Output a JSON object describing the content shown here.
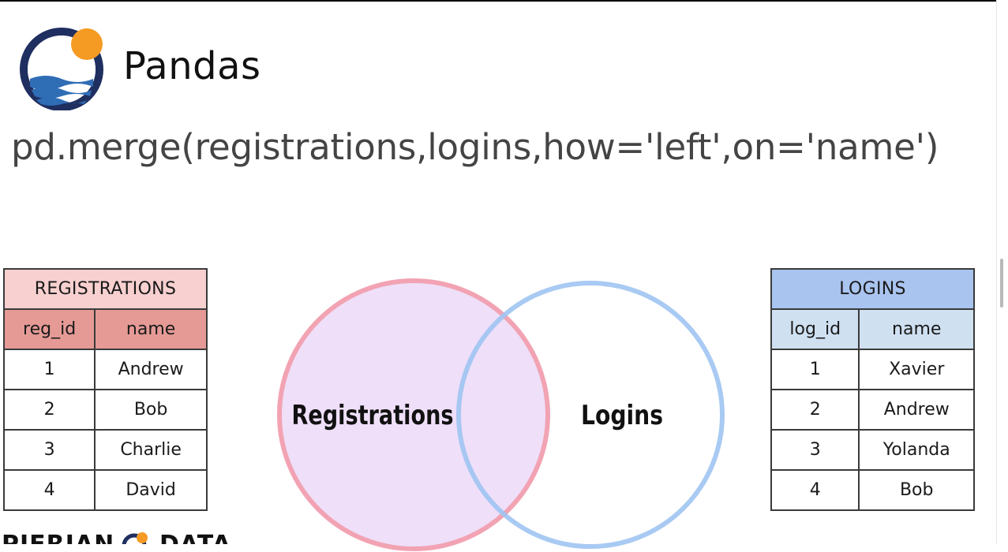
{
  "header": {
    "app_title": "Pandas",
    "logo_icon": "pandas-logo-icon"
  },
  "code": {
    "line": "pd.merge(registrations,logins,how='left',on='name')"
  },
  "registrations_table": {
    "title": "REGISTRATIONS",
    "columns": [
      "reg_id",
      "name"
    ],
    "rows": [
      [
        "1",
        "Andrew"
      ],
      [
        "2",
        "Bob"
      ],
      [
        "3",
        "Charlie"
      ],
      [
        "4",
        "David"
      ]
    ]
  },
  "logins_table": {
    "title": "LOGINS",
    "columns": [
      "log_id",
      "name"
    ],
    "rows": [
      [
        "1",
        "Xavier"
      ],
      [
        "2",
        "Andrew"
      ],
      [
        "3",
        "Yolanda"
      ],
      [
        "4",
        "Bob"
      ]
    ]
  },
  "venn": {
    "left_label": "Registrations",
    "right_label": "Logins",
    "left_fill": "#efdff9",
    "left_stroke": "#f2a3b3",
    "right_stroke": "#9ec4f2"
  },
  "footer": {
    "brand_left": "PIERIAN",
    "brand_right": "DATA"
  },
  "colors": {
    "logo_ring": "#1f2f5f",
    "logo_sun": "#f59a23",
    "logo_wave": "#2f6db5"
  }
}
